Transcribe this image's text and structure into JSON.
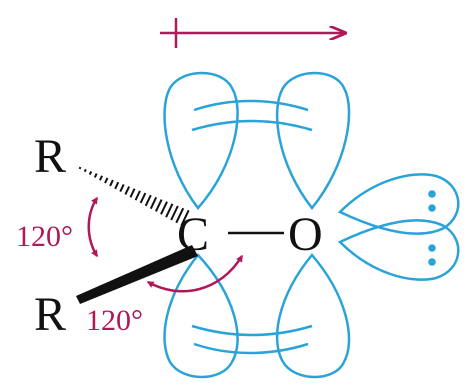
{
  "diagram": {
    "atoms": {
      "r_top": "R",
      "r_bottom": "R",
      "carbon": "C",
      "oxygen": "O"
    },
    "angles": {
      "left": "120°",
      "bottom": "120°"
    }
  },
  "colors": {
    "orbital": "#2AA3D8",
    "annotation": "#B0185A",
    "bond": "#111111",
    "lone_pair": "#2AA3D8"
  },
  "icons": {
    "dipole": "dipole-arrow-icon",
    "curved_arrow": "double-headed-curved-arrow-icon",
    "lone_pair": "lone-pair-dots-icon"
  }
}
